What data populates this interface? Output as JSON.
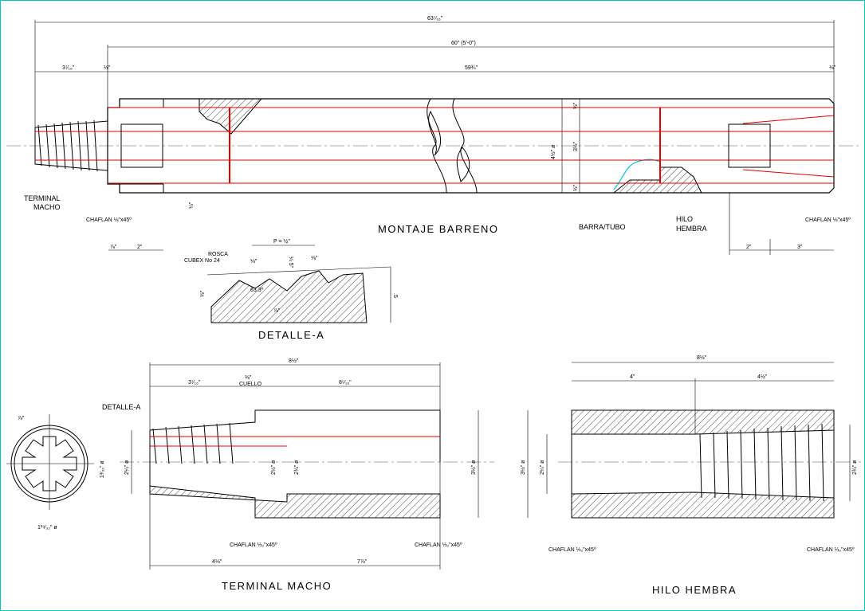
{
  "colors": {
    "frame": "#00c8c8",
    "red": "#e00000",
    "cyan": "#00c0e0",
    "line": "#000000"
  },
  "titles": {
    "montaje": "MONTAJE BARRENO",
    "detalle_a": "DETALLE-A",
    "terminal_macho": "TERMINAL MACHO",
    "hilo_hembra": "HILO HEMBRA"
  },
  "labels": {
    "terminal_macho_1": "TERMINAL",
    "terminal_macho_2": "MACHO",
    "barra_tubo": "BARRA/TUBO",
    "hilo_1": "HILO",
    "hilo_2": "HEMBRA",
    "rosca": "ROSCA",
    "cubex": "CUBEX No 24",
    "detalle_callout": "DETALLE-A",
    "cuello": "CUELLO"
  },
  "chaflanes": {
    "montaje_left": "CHAFLAN ⅛\"x45º",
    "montaje_right": "CHAFLAN ⅛\"x45º",
    "macho_left": "CHAFLAN ⅓₂\"x45º",
    "macho_right": "CHAFLAN ⅓₂\"x45º",
    "hembra_left": "CHAFLAN ⅓₂\"x45º",
    "hembra_right": "CHAFLAN ⅓₂\"x45º"
  },
  "montaje_dims": {
    "total": "63⁷⁄₁₆\"",
    "body": "60\" (5'-0\")",
    "terminal": "3⁷⁄₁₆\"",
    "gap_left": "⅛\"",
    "middle": "59¾\"",
    "gap_right": "⅛\"",
    "dia_outer": "4½\" ø",
    "top_wall": "½\"",
    "inner": "3½\"",
    "bottom_wall": "½\"",
    "quarter": "¼\"",
    "left_small": "⅞\"",
    "left_2": "2\"",
    "right_2": "2\"",
    "right_3": "3\""
  },
  "detalle_dims": {
    "pitch": "P = ½\"",
    "d1": "⅛\"",
    "d2": "⅛\"",
    "depth": "¼ 5\"",
    "angle": "63.3º",
    "left": "⅛\"",
    "bottom": "⅞\"",
    "right": ".5"
  },
  "macho_dims": {
    "total": "8½\"",
    "thread": "3⁷⁄₁₆\"",
    "neck": "⅜\"",
    "body": "8⁵⁄₁₆\"",
    "left_dia": "2¼\" ø",
    "mid_dia": "2½\" ø",
    "in_dia": "2¾\" ø",
    "out_dia": "3½\" ø",
    "bottom_left": "4⅛\"",
    "bottom_right": "7⅞\""
  },
  "spline_dims": {
    "top": "⅞\"",
    "side": "1³⁄₃₂\" ø",
    "bottom": "1²⁹⁄₃₂\" ø"
  },
  "hembra_dims": {
    "total": "8½\"",
    "left": "4\"",
    "right": "4½\"",
    "out_dia": "3½\" ø",
    "in_dia": "2¼\" ø",
    "thread_dia": "2¾\" ø"
  }
}
